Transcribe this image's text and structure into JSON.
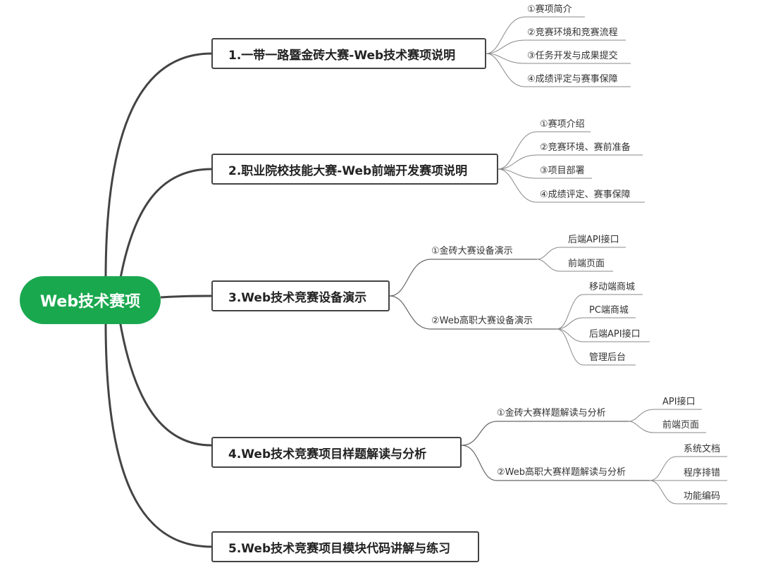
{
  "colors": {
    "root": "#1aa84f",
    "line_main": "#444444",
    "line_thin": "#888888"
  },
  "root": {
    "label": "Web技术赛项"
  },
  "branches": [
    {
      "label": "1.一带一路暨金砖大赛-Web技术赛项说明",
      "items": [
        "①赛项简介",
        "②竞赛环境和竞赛流程",
        "③任务开发与成果提交",
        "④成绩评定与赛事保障"
      ]
    },
    {
      "label": "2.职业院校技能大赛-Web前端开发赛项说明",
      "items": [
        "①赛项介绍",
        "②竞赛环境、赛前准备",
        "③项目部署",
        "④成绩评定、赛事保障"
      ]
    },
    {
      "label": "3.Web技术竞赛设备演示",
      "subs": [
        {
          "label": "①金砖大赛设备演示",
          "items": [
            "后端API接口",
            "前端页面"
          ]
        },
        {
          "label": "②Web高职大赛设备演示",
          "items": [
            "移动端商城",
            "PC端商城",
            "后端API接口",
            "管理后台"
          ]
        }
      ]
    },
    {
      "label": "4.Web技术竞赛项目样题解读与分析",
      "subs": [
        {
          "label": "①金砖大赛样题解读与分析",
          "items": [
            "API接口",
            "前端页面"
          ]
        },
        {
          "label": "②Web高职大赛样题解读与分析",
          "items": [
            "系统文档",
            "程序排错",
            "功能编码"
          ]
        }
      ]
    },
    {
      "label": "5.Web技术竞赛项目模块代码讲解与练习"
    }
  ]
}
